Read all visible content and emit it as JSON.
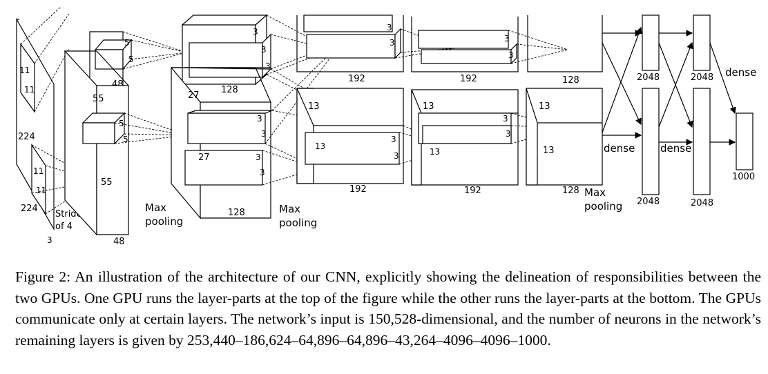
{
  "figure": {
    "input": {
      "size": "224",
      "depth": "3",
      "kernel_h": "11",
      "kernel_w": "11",
      "stride_line1": "Stride",
      "stride_line2": "of 4"
    },
    "conv1": {
      "size": "55",
      "depth": "48",
      "kernel_a": "5",
      "kernel_b": "5"
    },
    "conv2": {
      "size": "27",
      "depth": "128",
      "kernel_a": "3",
      "kernel_b": "3",
      "pool_line1": "Max",
      "pool_line2": "pooling"
    },
    "conv3": {
      "size": "13",
      "depth": "192",
      "kernel_a": "3",
      "kernel_b": "3",
      "pool_line1": "Max",
      "pool_line2": "pooling"
    },
    "conv4": {
      "size": "13",
      "depth": "192",
      "kernel_a": "3",
      "kernel_b": "3"
    },
    "conv5": {
      "size": "13",
      "depth": "128",
      "pool_line1": "Max",
      "pool_line2": "pooling"
    },
    "fc6": {
      "units": "2048",
      "label": "dense"
    },
    "fc7": {
      "units": "2048",
      "label": "dense"
    },
    "fc8": {
      "units": "1000",
      "label": "dense"
    }
  },
  "caption": {
    "label": "Figure 2:",
    "text": "An illustration of the architecture of our CNN, explicitly showing the delineation of responsibilities between the two GPUs. One GPU runs the layer-parts at the top of the figure while the other runs the layer-parts at the bottom. The GPUs communicate only at certain layers. The network’s input is 150,528-dimensional, and the number of neurons in the network’s remaining layers is given by 253,440–186,624–64,896–64,896–43,264–4096–4096–1000."
  }
}
